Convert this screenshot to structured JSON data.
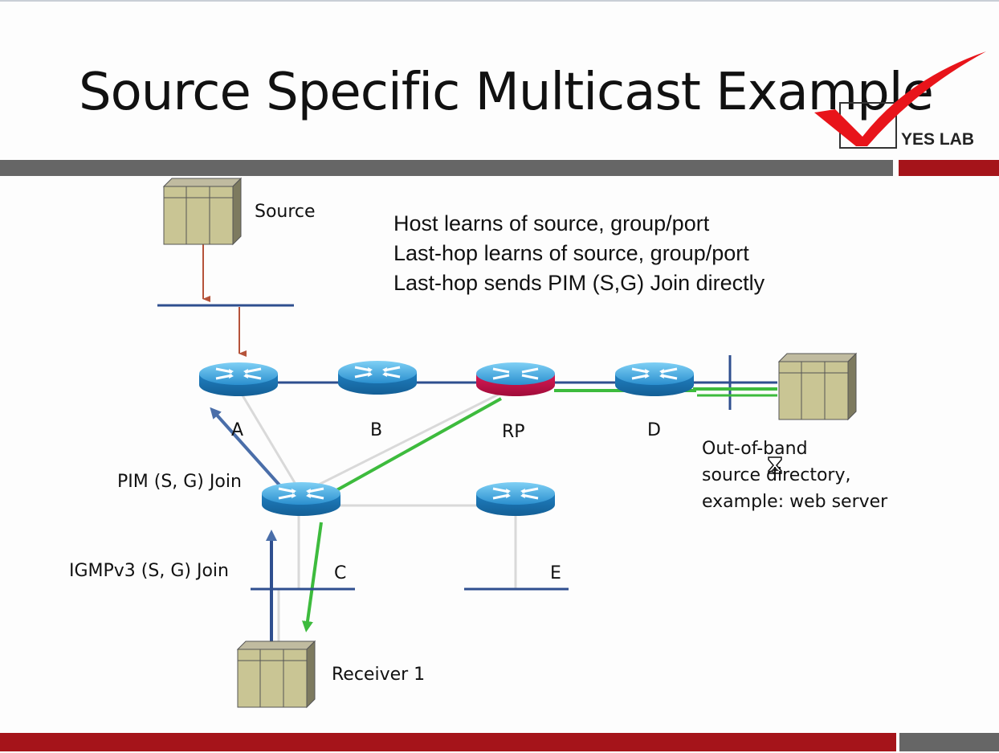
{
  "slide": {
    "title": "Source Specific Multicast Example",
    "logo": {
      "text": "YES LAB",
      "check_color": "#e8141a"
    },
    "colors": {
      "dark_bar": "#666666",
      "accent_bar": "#a5141a",
      "link_blue": "#2f4f8f",
      "path_green": "#3dbb3d",
      "arrow_brown": "#b5533a",
      "router_blue": "#2a8fcf",
      "rp_red": "#c8104a"
    }
  },
  "bullets": [
    "Host learns of source, group/port",
    "Last-hop learns of source, group/port",
    "Last-hop sends PIM  (S,G) Join directly"
  ],
  "labels": {
    "source": "Source",
    "router_a": "A",
    "router_b": "B",
    "router_rp": "RP",
    "router_d": "D",
    "router_c": "C",
    "router_e": "E",
    "pim_join": "PIM (S, G) Join",
    "igmp_join": "IGMPv3 (S, G) Join",
    "receiver": "Receiver 1"
  },
  "note": {
    "line1": "Out-of-band",
    "line2": "source directory,",
    "line3": "example: web server"
  },
  "icons": [
    "server-icon",
    "router-icon",
    "checkmark-icon",
    "hourglass-cursor-icon"
  ]
}
